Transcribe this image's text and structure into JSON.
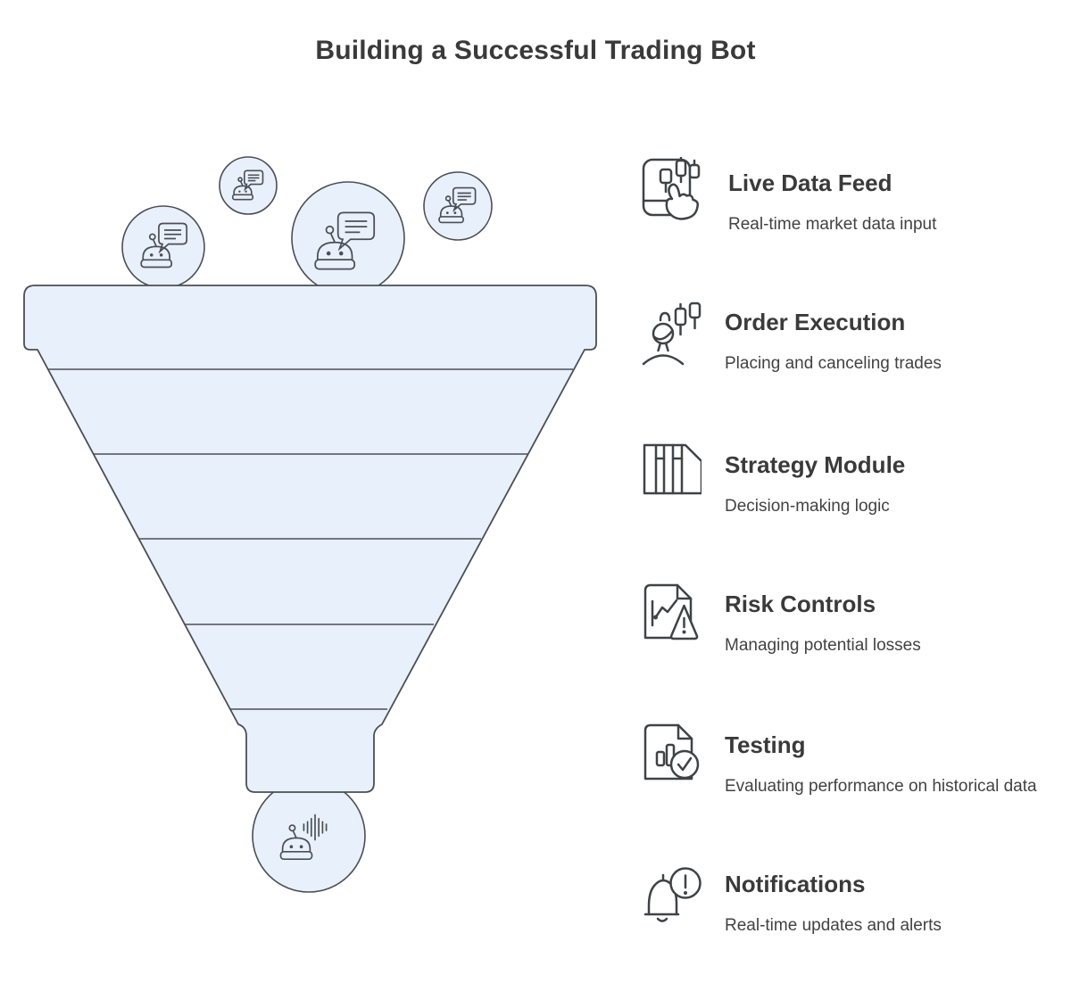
{
  "header": {
    "title": "Building a Successful Trading Bot"
  },
  "colors": {
    "background": "#ffffff",
    "funnel_fill": "#e8f0fc",
    "funnel_stroke": "#4b4f54",
    "icon_stroke": "#3f4347",
    "title_color": "#3a3a3a",
    "subtitle_color": "#424242"
  },
  "funnel": {
    "band_count": 6,
    "top_bubble_icons": [
      "robot-chat-icon",
      "robot-chat-icon",
      "robot-chat-icon",
      "robot-chat-icon"
    ],
    "bottom_bubble_icon": "robot-voice-icon"
  },
  "items": [
    {
      "icon": "market-data-device-icon",
      "title": "Live Data Feed",
      "subtitle": "Real-time market data input"
    },
    {
      "icon": "trader-person-candles-icon",
      "title": "Order Execution",
      "subtitle": "Placing and canceling trades"
    },
    {
      "icon": "strategy-columns-document-icon",
      "title": "Strategy Module",
      "subtitle": "Decision-making logic"
    },
    {
      "icon": "chart-warning-document-icon",
      "title": "Risk Controls",
      "subtitle": "Managing potential losses"
    },
    {
      "icon": "report-check-document-icon",
      "title": "Testing",
      "subtitle": "Evaluating performance on historical data"
    },
    {
      "icon": "notification-bell-icon",
      "title": "Notifications",
      "subtitle": "Real-time updates and alerts"
    }
  ]
}
